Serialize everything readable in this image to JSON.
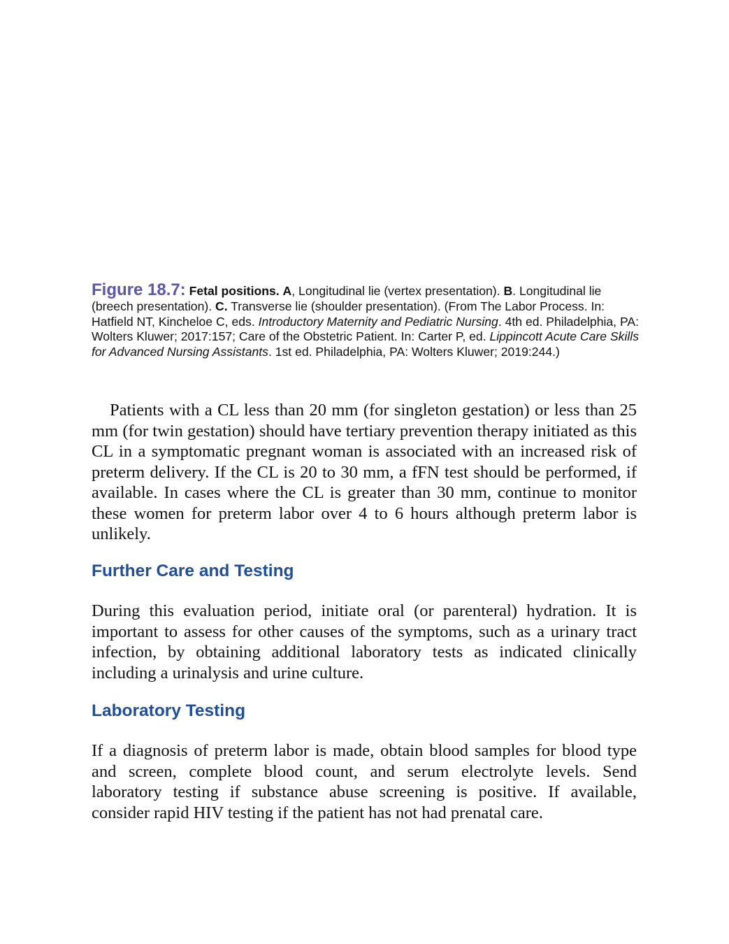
{
  "caption": {
    "figure_label": "Figure 18.7:",
    "title": "Fetal positions.",
    "label_a": "A",
    "text_a": ", Longitudinal lie (vertex presentation). ",
    "label_b": "B",
    "text_b": ". Longitudinal lie (breech presentation). ",
    "label_c": "C.",
    "text_c": " Transverse lie (shoulder presentation). (From The Labor Process. In: Hatfield NT, Kincheloe C, eds. ",
    "book1": "Introductory Maternity and Pediatric Nursing",
    "text_d": ". 4th ed. Philadelphia, PA: Wolters Kluwer; 2017:157; Care of the Obstetric Patient. In: Carter P, ed. ",
    "book2": "Lippincott Acute Care Skills for Advanced Nursing Assistants",
    "text_e": ". 1st ed. Philadelphia, PA: Wolters Kluwer; 2019:244.)"
  },
  "paragraphs": {
    "p1": "Patients with a CL less than 20 mm (for singleton gestation) or less than 25 mm (for twin gestation) should have tertiary prevention therapy initiated as this CL in a symptomatic pregnant woman is associated with an increased risk of preterm delivery. If the CL is 20 to 30 mm, a fFN test should be performed, if available. In cases where the CL is greater than 30 mm, continue to monitor these women for preterm labor over 4 to 6 hours although preterm labor is unlikely.",
    "p2": "During this evaluation period, initiate oral (or parenteral) hydration. It is important to assess for other causes of the symptoms, such as a urinary tract infection, by obtaining additional laboratory tests as indicated clinically including a urinalysis and urine culture.",
    "p3": "If a diagnosis of preterm labor is made, obtain blood samples for blood type and screen, complete blood count, and serum electrolyte levels. Send laboratory testing if substance abuse screening is positive. If available, consider rapid HIV testing if the patient has not had prenatal care."
  },
  "headings": {
    "further_care": "Further Care and Testing",
    "laboratory": "Laboratory Testing"
  },
  "colors": {
    "figure_label": "#5b57a6",
    "heading": "#1f4f96",
    "text": "#111111",
    "background": "#ffffff"
  }
}
